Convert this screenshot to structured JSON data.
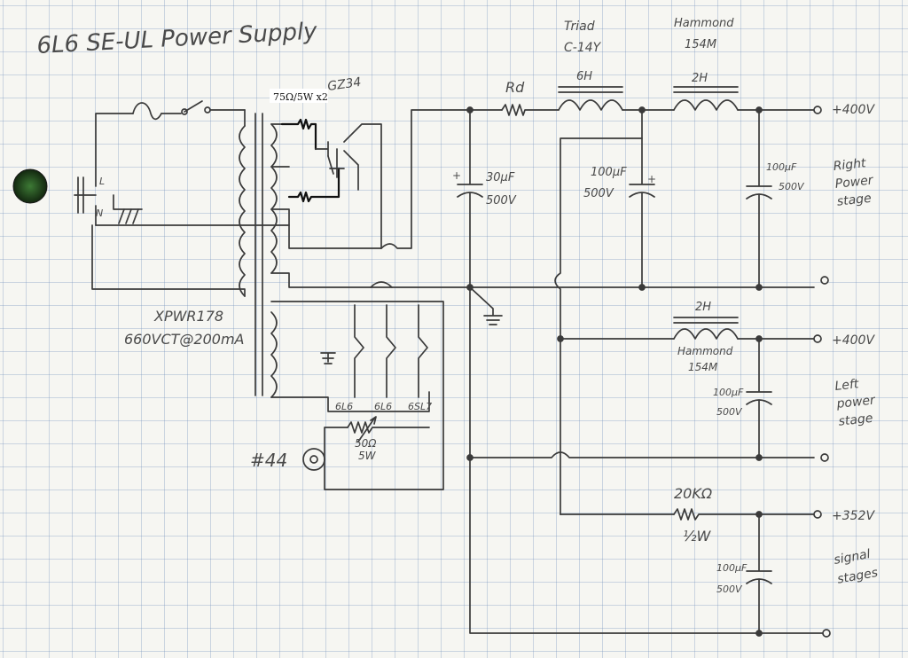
{
  "title": "6L6 SE-UL Power Supply",
  "mains": {
    "line": "L",
    "neutral": "N"
  },
  "transformer": {
    "model": "XPWR178",
    "rating": "660VCT@200mA"
  },
  "rectifier": {
    "tube": "GZ34",
    "resistor_label": "75Ω/5W x2"
  },
  "filament": {
    "taps": [
      "6L6",
      "6L6",
      "6SL7"
    ],
    "pot": "50Ω\n5W",
    "lamp": "#44"
  },
  "rd_label": "Rd",
  "choke1": {
    "maker": "Triad",
    "model": "C-14Y",
    "value": "6H"
  },
  "choke2": {
    "maker": "Hammond",
    "model": "154M",
    "value": "2H"
  },
  "choke3": {
    "maker": "Hammond",
    "model": "154M",
    "value": "2H"
  },
  "caps": {
    "c1": "30µF\n500V",
    "c2": "100µF\n500V",
    "c3": "100µF\n500V",
    "c4": "100µF\n500V",
    "c5": "100µF\n500V"
  },
  "resistor_20k": {
    "value": "20KΩ",
    "watt": "½W"
  },
  "outputs": {
    "right": {
      "voltage": "+400V",
      "label": "Right\nPower\nstage"
    },
    "left": {
      "voltage": "+400V",
      "label": "Left\npower\nstage"
    },
    "signal": {
      "voltage": "+352V",
      "label": "signal\nstages"
    }
  }
}
